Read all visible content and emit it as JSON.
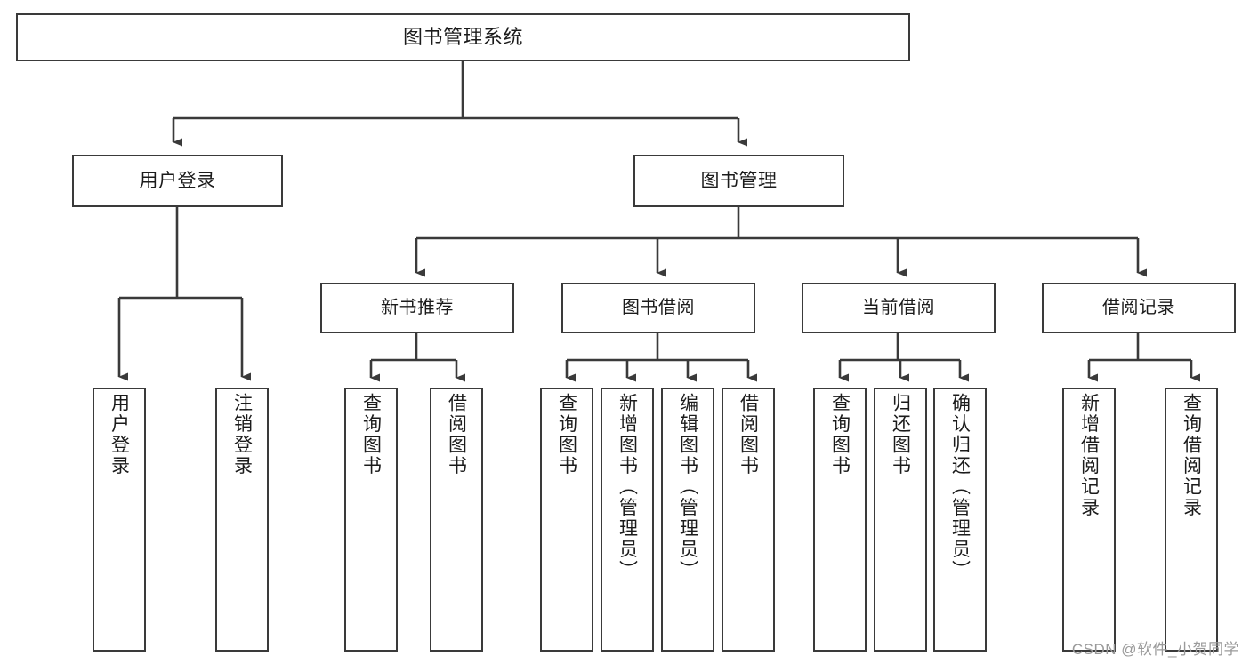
{
  "diagram": {
    "title": "图书管理系统",
    "type": "hierarchy-tree",
    "root": {
      "id": "root",
      "label": "图书管理系统"
    },
    "level1": [
      {
        "id": "user-login",
        "label": "用户登录"
      },
      {
        "id": "book-manage",
        "label": "图书管理"
      }
    ],
    "level2": [
      {
        "id": "new-book-recommend",
        "label": "新书推荐"
      },
      {
        "id": "book-borrow",
        "label": "图书借阅"
      },
      {
        "id": "current-borrow",
        "label": "当前借阅"
      },
      {
        "id": "borrow-record",
        "label": "借阅记录"
      }
    ],
    "leaves": {
      "user_login": [
        {
          "id": "leaf-user-login",
          "label": "用户登录"
        },
        {
          "id": "leaf-logout-login",
          "label": "注销登录"
        }
      ],
      "new_book_recommend": [
        {
          "id": "leaf-query-book-1",
          "label": "查询图书"
        },
        {
          "id": "leaf-borrow-book-1",
          "label": "借阅图书"
        }
      ],
      "book_borrow": [
        {
          "id": "leaf-query-book-2",
          "label": "查询图书"
        },
        {
          "id": "leaf-add-book",
          "label": "新增图书（管理员）"
        },
        {
          "id": "leaf-edit-book",
          "label": "编辑图书（管理员）"
        },
        {
          "id": "leaf-borrow-book-2",
          "label": "借阅图书"
        }
      ],
      "current_borrow": [
        {
          "id": "leaf-query-book-3",
          "label": "查询图书"
        },
        {
          "id": "leaf-return-book",
          "label": "归还图书"
        },
        {
          "id": "leaf-confirm-return",
          "label": "确认归还（管理员）"
        }
      ],
      "borrow_record": [
        {
          "id": "leaf-add-borrow-record",
          "label": "新增借阅记录"
        },
        {
          "id": "leaf-query-borrow-record",
          "label": "查询借阅记录"
        }
      ]
    },
    "watermark": "CSDN @软件_小贺同学",
    "colors": {
      "stroke": "#3a3a3a",
      "fill": "#ffffff",
      "text": "#1b1b1b",
      "watermark": "#9a9a9a"
    }
  }
}
